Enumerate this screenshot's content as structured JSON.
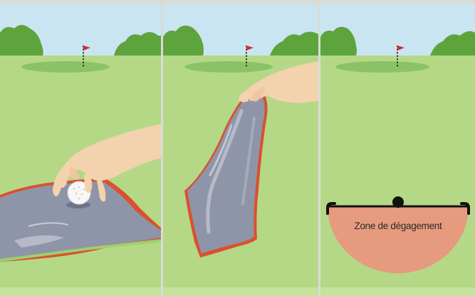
{
  "panels": [
    {
      "id": "step-1"
    },
    {
      "id": "step-2"
    },
    {
      "id": "step-3",
      "zone_label": "Zone de dégagement"
    }
  ],
  "colors": {
    "sky": "#c9e5f1",
    "fairway": "#b5d887",
    "green": "#89c366",
    "trees": "#5ea43c",
    "flag": "#d8282e",
    "towel": "#8f95a8",
    "towel_edge": "#d9512f",
    "relief_zone": "#e69a7e",
    "skin": "#f3d2ae"
  },
  "icons": [
    "golf-flag-icon",
    "golf-ball-icon",
    "hand-icon",
    "towel-icon",
    "relief-zone-icon"
  ]
}
